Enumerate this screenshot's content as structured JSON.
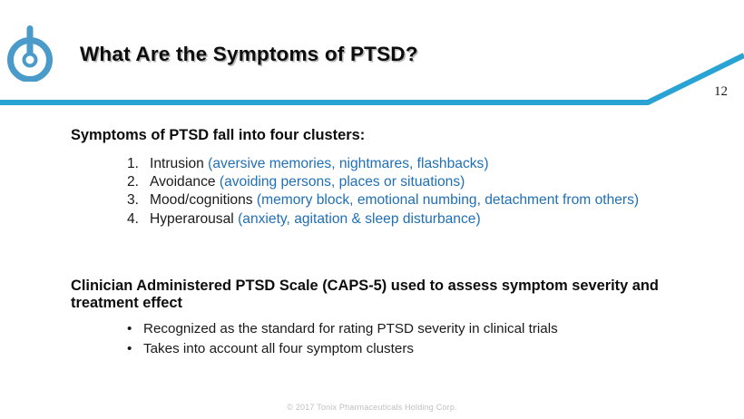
{
  "slide": {
    "title": "What Are the Symptoms of PTSD?",
    "page_number": "12",
    "logo_name": "tonix-logo",
    "copyright": "© 2017 Tonix Pharmaceuticals Holding Corp."
  },
  "colors": {
    "accent_line": "#29a3d4",
    "logo_blue": "#4a9bc9",
    "paren_text": "#1f6fb5",
    "body_text": "#1a1a1a",
    "heading_text": "#0d0d0d",
    "background": "#ffffff",
    "copyright_text": "#bfbfbf"
  },
  "sections": [
    {
      "heading": "Symptoms of PTSD fall into four clusters:",
      "list_type": "numbered",
      "items": [
        {
          "marker": "1.",
          "term": "Intrusion",
          "detail": "(aversive memories, nightmares, flashbacks)"
        },
        {
          "marker": "2.",
          "term": "Avoidance",
          "detail": "(avoiding persons, places or situations)"
        },
        {
          "marker": "3.",
          "term": "Mood/cognitions",
          "detail": "(memory block, emotional numbing, detachment from others)"
        },
        {
          "marker": "4.",
          "term": "Hyperarousal",
          "detail": "(anxiety, agitation & sleep disturbance)"
        }
      ]
    },
    {
      "heading": "Clinician Administered PTSD Scale (CAPS-5) used to assess symptom severity and treatment effect",
      "list_type": "bulleted",
      "items": [
        {
          "marker": "•",
          "text": "Recognized as the standard for rating PTSD severity in clinical trials"
        },
        {
          "marker": "•",
          "text": "Takes into account all four symptom clusters"
        }
      ]
    }
  ]
}
